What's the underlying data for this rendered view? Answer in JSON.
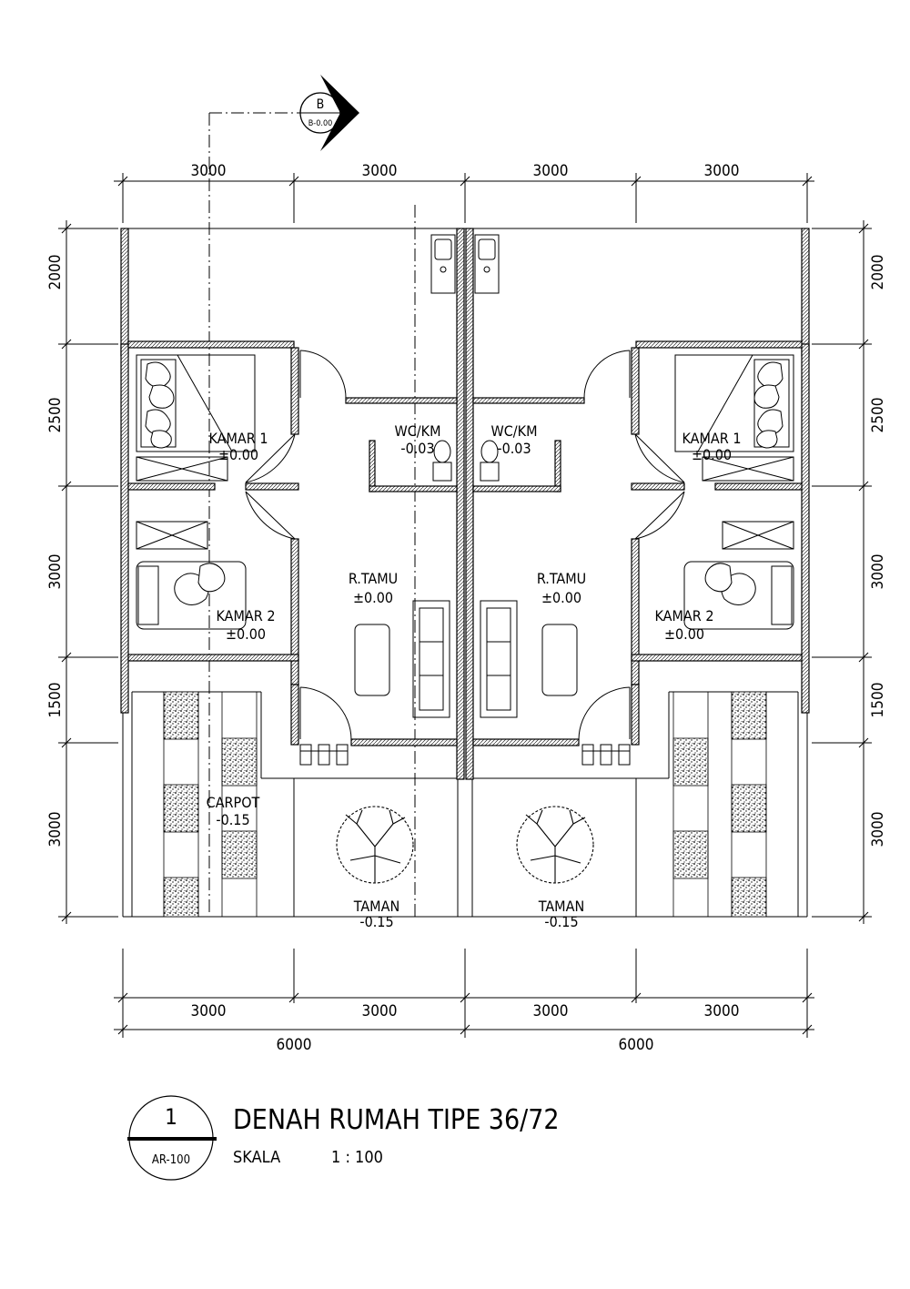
{
  "section_marker": {
    "letter": "B",
    "ref": "B-0.00"
  },
  "dimensions": {
    "top": [
      "3000",
      "3000",
      "3000",
      "3000"
    ],
    "bottom": [
      "3000",
      "3000",
      "3000",
      "3000"
    ],
    "bottom_total": [
      "6000",
      "6000"
    ],
    "left": [
      "2000",
      "2500",
      "3000",
      "1500",
      "3000"
    ],
    "right": [
      "2000",
      "2500",
      "3000",
      "1500",
      "3000"
    ]
  },
  "rooms": {
    "left_unit": {
      "kamar1": {
        "name": "KAMAR  1",
        "level": "±0.00"
      },
      "kamar2": {
        "name": "KAMAR  2",
        "level": "±0.00"
      },
      "wc": {
        "name": "WC/KM",
        "level": "-0.03"
      },
      "tamu": {
        "name": "R.TAMU",
        "level": "±0.00"
      },
      "carpot": {
        "name": "CARPOT",
        "level": "-0.15"
      },
      "taman": {
        "name": "TAMAN",
        "level": "-0.15"
      }
    },
    "right_unit": {
      "kamar1": {
        "name": "KAMAR  1",
        "level": "±0.00"
      },
      "kamar2": {
        "name": "KAMAR  2",
        "level": "±0.00"
      },
      "wc": {
        "name": "WC/KM",
        "level": "-0.03"
      },
      "tamu": {
        "name": "R.TAMU",
        "level": "±0.00"
      },
      "taman": {
        "name": "TAMAN",
        "level": "-0.15"
      }
    }
  },
  "title_block": {
    "number": "1",
    "sheet": "AR-100",
    "title": "DENAH RUMAH TIPE 36/72",
    "scale_label": "SKALA",
    "scale_value": "1  :  100"
  }
}
